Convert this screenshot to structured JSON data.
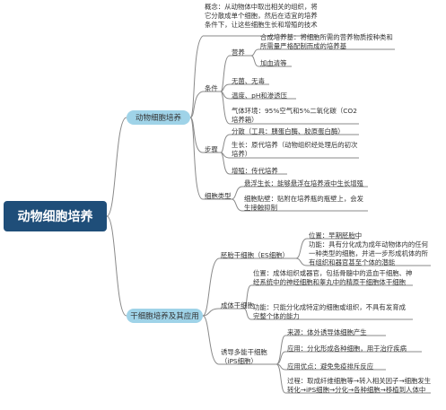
{
  "root": "动物细胞培养",
  "branch1": {
    "label": "动物细胞培养",
    "concept": "概念：从动物体中取出相关的组织，将它分散成单个细胞，然后在适宜的培养条件下，让这些细胞生长和增殖的技术",
    "conditions": {
      "label": "条件",
      "nutrition": {
        "label": "营养",
        "synthetic": "合成培养基：将细胞所需的营养物质按种类和所需量严格配制而成的培养基",
        "serum": "加血清等"
      },
      "sterile": "无菌、无毒",
      "temp": "温度、pH和渗透压",
      "gas": "气体环境：95%空气和5%二氧化碳（CO2培养箱）"
    },
    "steps": {
      "label": "步骤",
      "dispersion": "分散（工具：胰蛋白酶、胶原蛋白酶）",
      "growth": "生长：原代培养（动物组织经处理后的初次培养）",
      "proliferation": "增殖：传代培养"
    },
    "types": {
      "label": "细胞类型",
      "suspension": "悬浮生长：能够悬浮在培养液中生长增殖",
      "adherent": "细胞贴壁：贴附在培养瓶的瓶壁上，会发生接触抑制"
    }
  },
  "branch2": {
    "label": "干细胞培养及其应用",
    "es": {
      "label": "胚胎干细胞（ES细胞）",
      "location": "位置：早期胚胎中",
      "function": "功能：具有分化成为成年动物体内的任何一种类型的细胞，并进一步形成机体的所有组织和器官甚至个体的潜能"
    },
    "adult": {
      "label": "成体干细胞",
      "location": "位置：成体组织或器官，包括骨髓中的造血干细胞、神经系统中的神经细胞和睾丸中的精原干细胞体干细胞",
      "function": "功能：只能分化成特定的细胞或组织，不具有发育成完整个体的能力"
    },
    "ips": {
      "label": "诱导多能干细胞（iPS细胞）",
      "source": "来源：体外诱导体细胞产生",
      "application": "应用：分化形成各种细胞，用于治疗疾病",
      "advantage": "应用优点：避免免疫排斥反应",
      "process": "过程：取成纤维细胞等→转入相关因子→细胞发生转化→iPS细胞→分化→各种细胞→移植到人体中"
    }
  }
}
